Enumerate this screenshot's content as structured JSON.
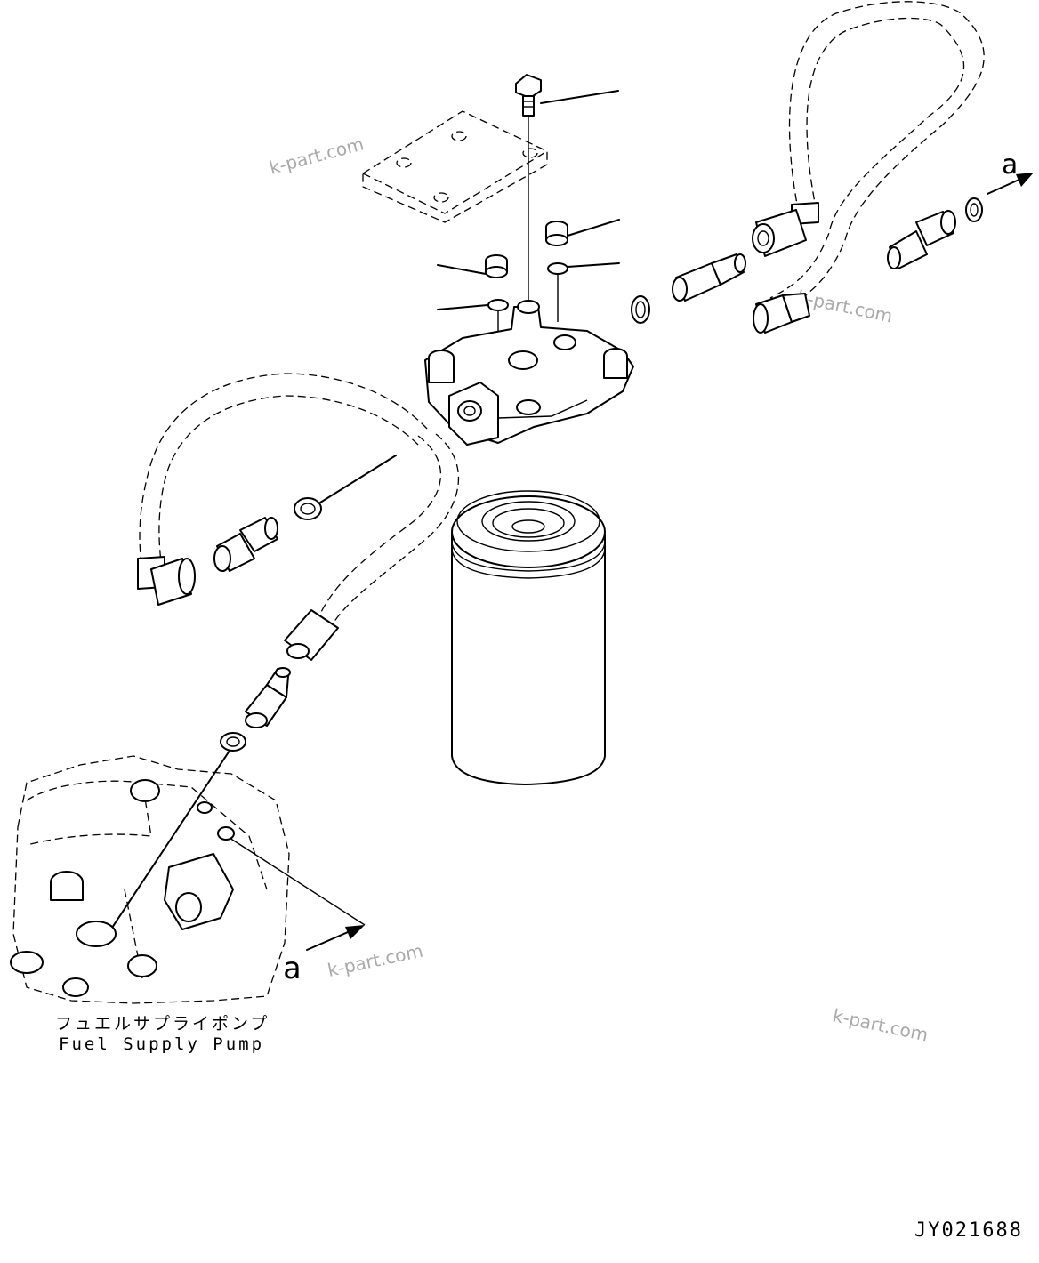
{
  "labels": {
    "pump_jp": "フュエルサプライポンプ",
    "pump_en": "Fuel Supply Pump",
    "view_marker_top": "a",
    "view_marker_bottom": "a",
    "drawing_number": "JY021688"
  },
  "watermarks": [
    "k-part.com",
    "k-part.com",
    "k-part.com",
    "k-part.com"
  ],
  "icons": {
    "arrow_a_top": "arrow-right-icon",
    "arrow_a_bottom": "arrow-right-icon"
  }
}
